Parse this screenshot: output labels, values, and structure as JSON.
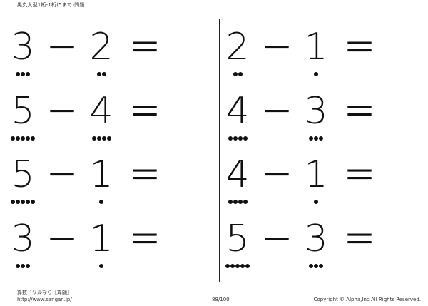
{
  "header": {
    "title": "黒丸大型1桁-1桁(5まで)問題"
  },
  "problems": {
    "left": [
      {
        "a": "3",
        "a_dots": 3,
        "op": "－",
        "b": "2",
        "b_dots": 2,
        "eq": "＝"
      },
      {
        "a": "5",
        "a_dots": 5,
        "op": "－",
        "b": "4",
        "b_dots": 4,
        "eq": "＝"
      },
      {
        "a": "5",
        "a_dots": 5,
        "op": "－",
        "b": "1",
        "b_dots": 1,
        "eq": "＝"
      },
      {
        "a": "3",
        "a_dots": 3,
        "op": "－",
        "b": "1",
        "b_dots": 1,
        "eq": "＝"
      }
    ],
    "right": [
      {
        "a": "2",
        "a_dots": 2,
        "op": "－",
        "b": "1",
        "b_dots": 1,
        "eq": "＝"
      },
      {
        "a": "4",
        "a_dots": 4,
        "op": "－",
        "b": "3",
        "b_dots": 3,
        "eq": "＝"
      },
      {
        "a": "4",
        "a_dots": 4,
        "op": "－",
        "b": "1",
        "b_dots": 1,
        "eq": "＝"
      },
      {
        "a": "5",
        "a_dots": 5,
        "op": "－",
        "b": "3",
        "b_dots": 3,
        "eq": "＝"
      }
    ]
  },
  "footer": {
    "app_name": "算数ドリルなら【算願】",
    "url": "http://www.sangan.jp/",
    "page": "88/100",
    "copyright": "Copyright © Alpha,Inc All Rights Reserved."
  }
}
